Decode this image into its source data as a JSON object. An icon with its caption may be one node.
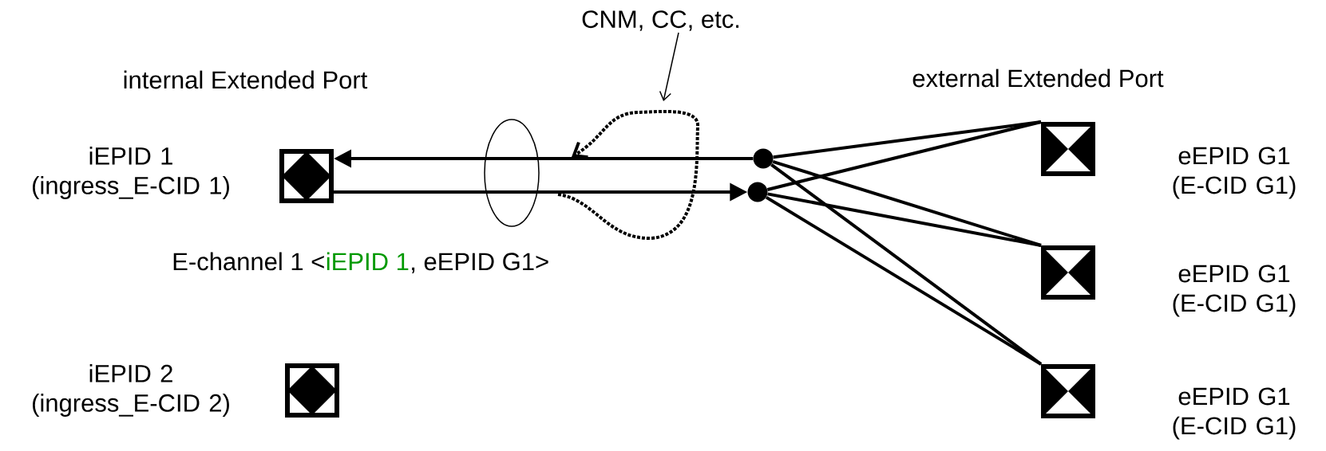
{
  "diagram": {
    "nodes": [
      {
        "text": [],
        "shape": "diamond",
        "beside": [
          "iEPID 1 (ingress_E-CID 1)"
        ]
      },
      {
        "text": [],
        "shape": "diamond",
        "beside": [
          "iEPID 2 (ingress_E-CID 2)"
        ]
      },
      {
        "text": [],
        "shape": "circle"
      },
      {
        "text": [],
        "shape": "circle"
      },
      {
        "text": [],
        "shape": "box",
        "beside": [
          "eEPID G1 (E-CID G1)"
        ]
      },
      {
        "text": [],
        "shape": "box",
        "beside": [
          "eEPID G1 (E-CID G1)"
        ]
      },
      {
        "text": [],
        "shape": "box",
        "beside": [
          "eEPID G1 (E-CID G1)"
        ]
      },
      {
        "text": [
          "CNM, CC, etc."
        ]
      }
    ],
    "edges": [
      {
        "from": 2,
        "to": 0,
        "arrow": "to"
      },
      {
        "from": 0,
        "to": 3,
        "arrow": "to"
      },
      {
        "from": 2,
        "to": 4,
        "arrow": "none"
      },
      {
        "from": 2,
        "to": 5,
        "arrow": "none"
      },
      {
        "from": 2,
        "to": 6,
        "arrow": "none"
      },
      {
        "from": 3,
        "to": 4,
        "arrow": "none"
      },
      {
        "from": 3,
        "to": 5,
        "arrow": "none"
      },
      {
        "from": 3,
        "to": 6,
        "arrow": "none"
      },
      {
        "from": 7,
        "to": null,
        "arrow": "to"
      }
    ],
    "labels": [
      "internal Extended Port",
      "external Extended Port",
      "E-channel 1 <",
      "iEPID 1",
      ", eEPID G1>"
    ]
  }
}
